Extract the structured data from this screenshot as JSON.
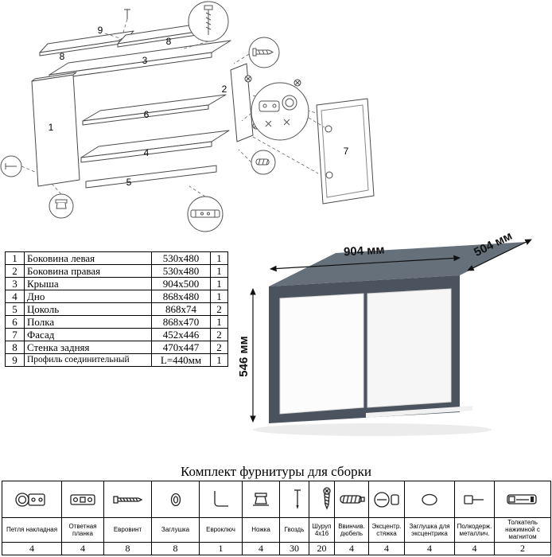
{
  "exploded": {
    "labels": {
      "p1": "1",
      "p2": "2",
      "p3": "3",
      "p4": "4",
      "p5": "5",
      "p6": "6",
      "p7": "7",
      "p8a": "8",
      "p8b": "8",
      "p9": "9"
    }
  },
  "parts_table": {
    "rows": [
      {
        "num": "1",
        "name": "Боковина левая",
        "size": "530x480",
        "qty": "1"
      },
      {
        "num": "2",
        "name": "Боковина правая",
        "size": "530x480",
        "qty": "1"
      },
      {
        "num": "3",
        "name": "Крыша",
        "size": "904x500",
        "qty": "1"
      },
      {
        "num": "4",
        "name": "Дно",
        "size": "868x480",
        "qty": "1"
      },
      {
        "num": "5",
        "name": "Цоколь",
        "size": "868x74",
        "qty": "2"
      },
      {
        "num": "6",
        "name": "Полка",
        "size": "868x470",
        "qty": "1"
      },
      {
        "num": "7",
        "name": "Фасад",
        "size": "452x446",
        "qty": "2"
      },
      {
        "num": "8",
        "name": "Стенка задняя",
        "size": "470x447",
        "qty": "2"
      },
      {
        "num": "9",
        "name": "Профиль соединительный",
        "size": "L=440мм",
        "qty": "1"
      }
    ]
  },
  "cabinet": {
    "width_label": "904 мм",
    "depth_label": "504 мм",
    "height_label": "546 мм",
    "body_color": "#4b545e",
    "top_color": "#66707b",
    "door_color": "#fbfbfc"
  },
  "hardware": {
    "title": "Комплект фурнитуры для сборки",
    "items": [
      {
        "label": "Петля накладная",
        "qty": "4",
        "icon": "hinge-icon"
      },
      {
        "label": "Ответная планка",
        "qty": "4",
        "icon": "mounting-plate-icon"
      },
      {
        "label": "Евровинт",
        "qty": "8",
        "icon": "euroscrew-icon"
      },
      {
        "label": "Заглушка",
        "qty": "8",
        "icon": "cap-icon"
      },
      {
        "label": "Евроключ",
        "qty": "1",
        "icon": "hex-key-icon"
      },
      {
        "label": "Ножка",
        "qty": "4",
        "icon": "foot-icon"
      },
      {
        "label": "Гвоздь",
        "qty": "30",
        "icon": "nail-icon"
      },
      {
        "label": "Шуруп 4x16",
        "qty": "20",
        "icon": "screw-icon"
      },
      {
        "label": "Ввинчив. дюбель",
        "qty": "4",
        "icon": "threaded-dowel-icon"
      },
      {
        "label": "Эксцентр. стяжка",
        "qty": "4",
        "icon": "cam-lock-icon"
      },
      {
        "label": "Заглушка для эксцентрика",
        "qty": "4",
        "icon": "cam-cap-icon"
      },
      {
        "label": "Полкодерж. металлич.",
        "qty": "4",
        "icon": "shelf-pin-icon"
      },
      {
        "label": "Толкатель нажимной с магнитом",
        "qty": "2",
        "icon": "push-latch-icon"
      }
    ]
  }
}
